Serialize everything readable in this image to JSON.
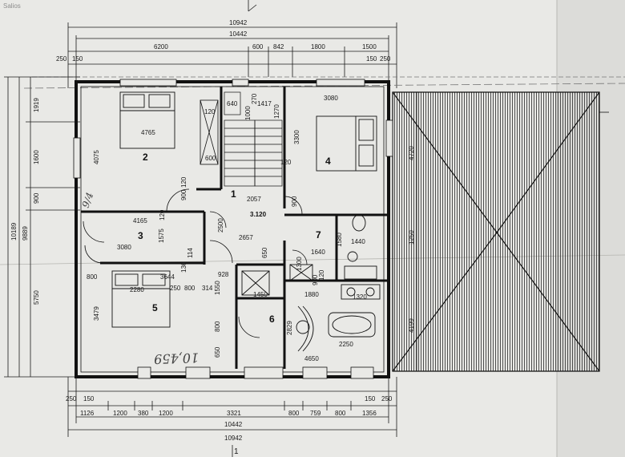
{
  "watermark": "Salios",
  "top_dims": {
    "overall_outer": "10942",
    "overall_inner": "10442",
    "seg_a": "6200",
    "seg_b1": "600",
    "seg_b2": "842",
    "seg_b3": "1800",
    "seg_b4": "1500",
    "edge_l1": "250",
    "edge_l2": "150",
    "edge_r1": "150",
    "edge_r2": "250"
  },
  "bottom_dims": {
    "edge_l1": "250",
    "edge_l2": "150",
    "edge_r1": "150",
    "edge_r2": "250",
    "segs": [
      "1126",
      "1200",
      "380",
      "1200",
      "3321",
      "800",
      "759",
      "800",
      "1356"
    ],
    "overall_inner": "10442",
    "overall_outer": "10942",
    "sheet_mark": "1"
  },
  "left_dims": {
    "overall_outer": "10189",
    "overall_inner": "9889",
    "segs": [
      "1919",
      "1600",
      "900",
      "5750"
    ]
  },
  "right_dims": [
    "4720",
    "1250",
    "4199"
  ],
  "rooms": [
    {
      "number": "1",
      "label": "1"
    },
    {
      "number": "2",
      "label": "2"
    },
    {
      "number": "3",
      "label": "3"
    },
    {
      "number": "4",
      "label": "4"
    },
    {
      "number": "5",
      "label": "5"
    },
    {
      "number": "6",
      "label": "6"
    },
    {
      "number": "7",
      "label": "7"
    }
  ],
  "level_mark": "3.120",
  "interior_dims": {
    "d4765": "4765",
    "d4075": "4075",
    "d120a": "120",
    "d640": "640",
    "d270": "270",
    "d1000": "1000",
    "d1417": "1417",
    "d1270": "1270",
    "d3080a": "3080",
    "d3300": "3300",
    "d600": "600",
    "d120b": "120",
    "d900a": "900",
    "d120c": "120",
    "d2057": "2057",
    "d900b": "900",
    "d4165": "4165",
    "d120d": "120",
    "d2500": "2500",
    "d2657": "2657",
    "d1575": "1575",
    "d3080b": "3080",
    "d136": "136",
    "d114": "114",
    "d650": "650",
    "d800a": "800",
    "d2280": "2280",
    "d3644": "3644",
    "d250": "250",
    "d800b": "800",
    "d314": "314",
    "d928": "928",
    "d1550": "1550",
    "d1450": "1450",
    "d3479": "3479",
    "d800c": "800",
    "d650b": "650",
    "d1300": "1300",
    "d1640": "1640",
    "d1580": "1580",
    "d1440": "1440",
    "d900c": "900",
    "d120e": "120",
    "d1880": "1880",
    "d1320": "1320",
    "d2829": "2829",
    "d2250": "2250",
    "d4650": "4650"
  },
  "handwriting": {
    "note_a": "10,459",
    "note_b": "9/4"
  },
  "colors": {
    "paper": "#e9e9e6",
    "line": "#1a1a1a",
    "roof_hatch": "#2a2a2a"
  }
}
